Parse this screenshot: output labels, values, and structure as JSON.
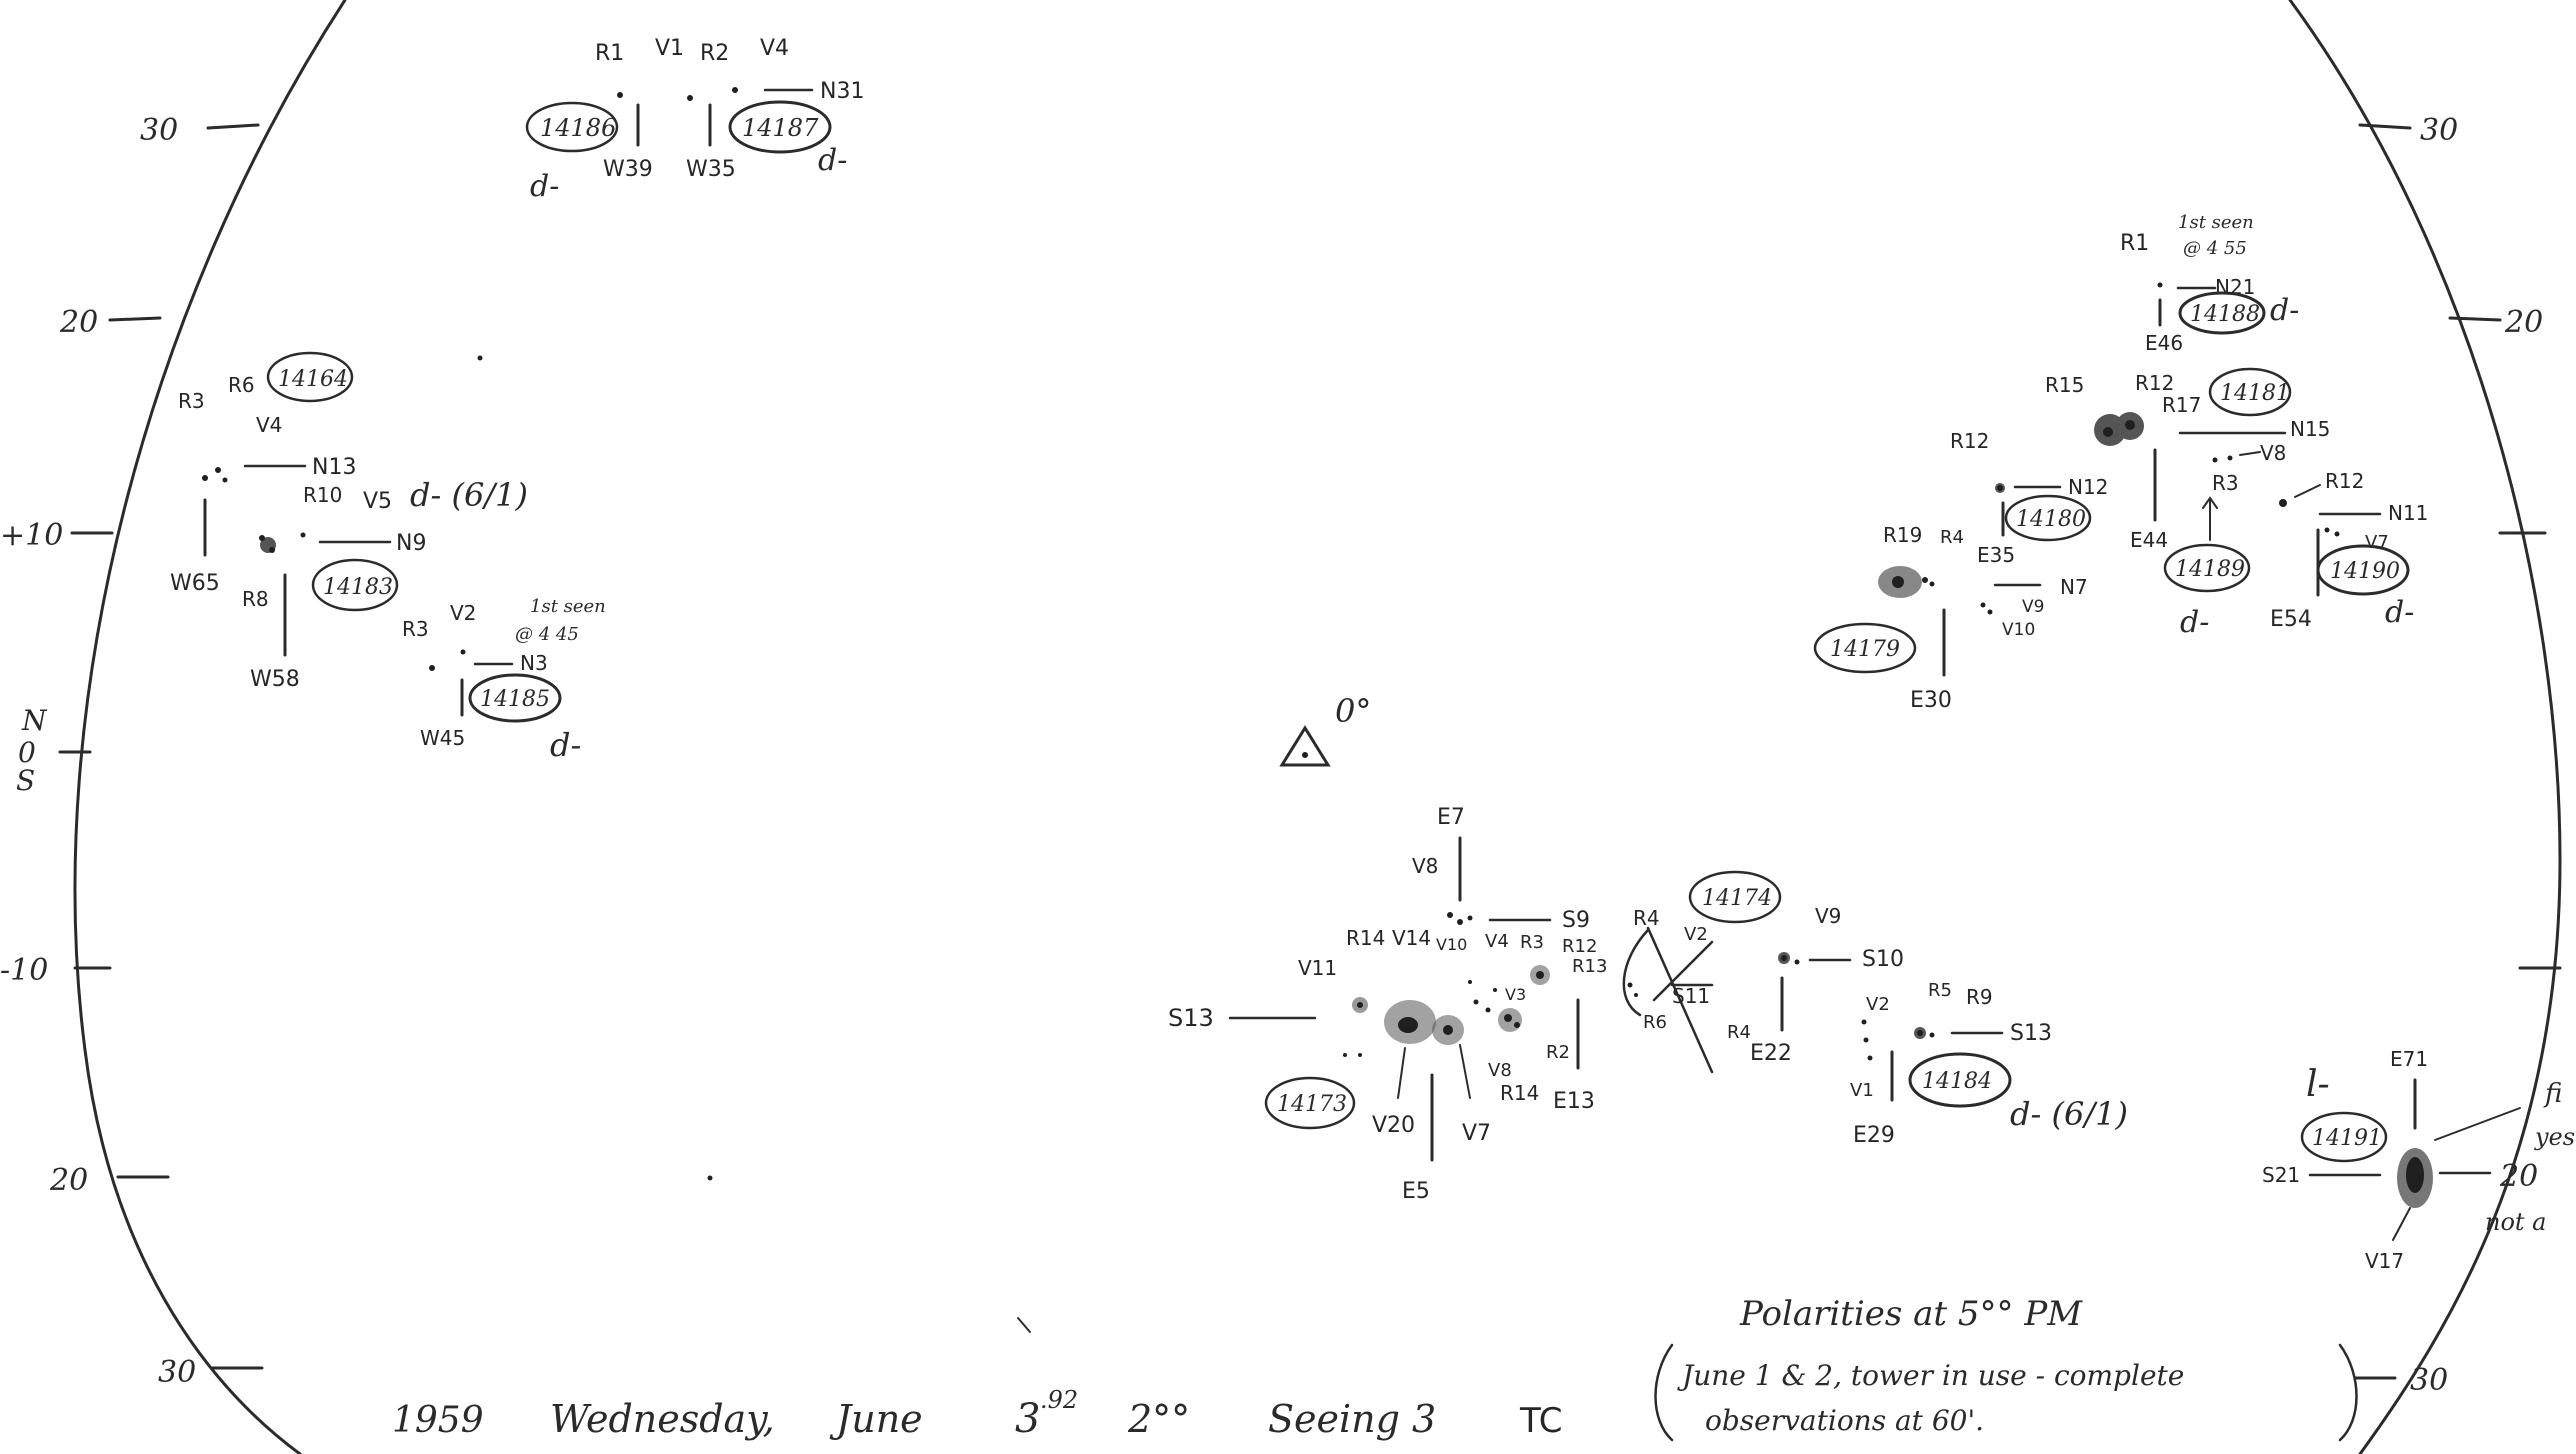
{
  "left_scale": [
    "30",
    "20",
    "+10",
    "N",
    "0",
    "S",
    "-10",
    "20",
    "30"
  ],
  "right_scale": [
    "30",
    "20",
    "30"
  ],
  "center_marker": "0°",
  "regions": [
    {
      "id": "14186",
      "labels": [
        "R1",
        "V1",
        "W39"
      ],
      "note": "d-"
    },
    {
      "id": "14187",
      "labels": [
        "R2",
        "V4",
        "N31",
        "W35"
      ],
      "note": "d-"
    },
    {
      "id": "14164",
      "labels": [
        "R3",
        "R6",
        "V4",
        "N13",
        "W65"
      ],
      "note": ""
    },
    {
      "id": "14183",
      "labels": [
        "R10",
        "V5",
        "N9",
        "R8",
        "W58"
      ],
      "note": "d- (6/1)"
    },
    {
      "id": "14185",
      "labels": [
        "R3",
        "V2",
        "N3",
        "W45"
      ],
      "note": "d-",
      "first_seen": [
        "1st seen",
        "@ 4 45"
      ]
    },
    {
      "id": "14188",
      "labels": [
        "R1",
        "N21",
        "E46"
      ],
      "note": "d-",
      "first_seen": [
        "1st seen",
        "@ 4 55"
      ]
    },
    {
      "id": "14181",
      "labels": [
        "R15",
        "R12",
        "R17",
        "N15",
        "V8",
        "R3",
        "E44"
      ],
      "note": ""
    },
    {
      "id": "14180",
      "labels": [
        "R12",
        "N12",
        "E35"
      ],
      "note": ""
    },
    {
      "id": "14179",
      "labels": [
        "R19",
        "R4",
        "N7",
        "V9",
        "V10",
        "E30"
      ],
      "note": ""
    },
    {
      "id": "14189",
      "labels": [],
      "note": "d-"
    },
    {
      "id": "14190",
      "labels": [
        "R12",
        "N11",
        "V7",
        "E54"
      ],
      "note": "d-"
    },
    {
      "id": "14174",
      "labels": [
        "R4",
        "V2",
        "S11",
        "R6",
        "R4",
        "V9",
        "S10",
        "E22"
      ],
      "note": ""
    },
    {
      "id": "14173",
      "labels": [
        "E7",
        "V8",
        "S9",
        "V11",
        "R14",
        "V14",
        "V10",
        "V4",
        "R3",
        "R12",
        "R13",
        "S13",
        "V3",
        "V8",
        "R14",
        "R2",
        "E13",
        "V20",
        "V7",
        "E5"
      ],
      "note": ""
    },
    {
      "id": "14184",
      "labels": [
        "V2",
        "R5",
        "R9",
        "S13",
        "V1",
        "E29"
      ],
      "note": "d- (6/1)"
    },
    {
      "id": "14191",
      "labels": [
        "E71",
        "S21",
        "20",
        "V17"
      ],
      "note": "l-"
    }
  ],
  "edge_notes": [
    "fi",
    "yes",
    "not a"
  ],
  "polarities_title": "Polarities at 5°° PM",
  "polarities_note": [
    "June 1 & 2, tower in use - complete",
    "observations at 60'."
  ],
  "footer": {
    "year": "1959",
    "weekday": "Wednesday,",
    "month": "June",
    "day": "3",
    "day_fraction": ".92",
    "time": "2°°",
    "seeing": "Seeing 3",
    "observer": "TC"
  }
}
